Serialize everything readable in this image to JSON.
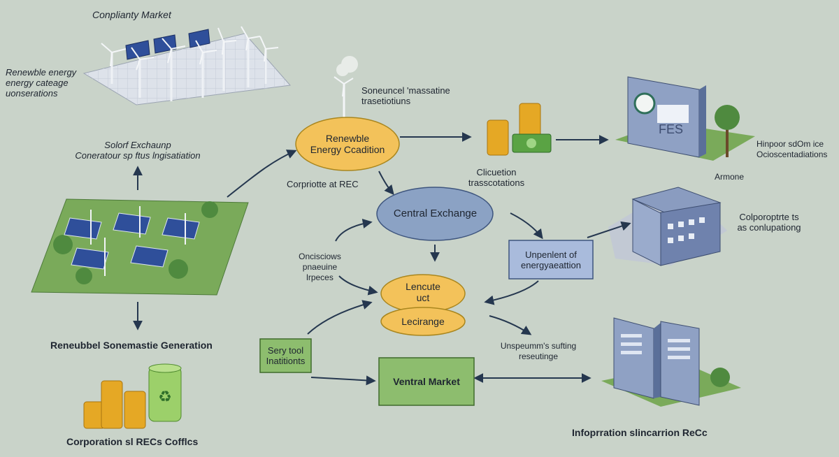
{
  "labels": {
    "complianty_market": "Conplianty Market",
    "renewable_conservations": "Renewble energy\nenergy cateage\nuonserations",
    "solar_exchange": "Solorf Exchaunp\nConeratour sp ftus lngisatiation",
    "renewable_generation": "Reneubbel Sonemastie Generation",
    "corporation_recs": "Corporation sl RECs Cofflcs",
    "seasonal_transactions": "Soneuncel 'massatine\ntrasetiotiuns",
    "corporate_rec": "Corpriotte at REC",
    "clicuetion": "Clicuetion\ntrasscotations",
    "hinpoor_ice": "Hinpoor sdOm ice\nOcioscentadiations",
    "armone": "Armone",
    "colporoptrte": "Colporoptrte ts\nas conlupationg",
    "oncisciows": "Oncisciows\npnaeuine\nlrpeces",
    "unspeunum": "Unspeumm's sufting\nreseutinge",
    "information": "Infoprration slincarrion ReCc",
    "fes_sign": "FES"
  },
  "nodes": {
    "renewable_energy_coalition": "Renewble\nEnergy Ccadition",
    "central_exchange": "Central Exchange",
    "lencute": "Lencute\nuct",
    "lecirange": "Lecirange",
    "unpenlent": "Unpenlent of\nenergyaeattion",
    "sery_tool": "Sery tool\nInatitionts",
    "ventral_market": "Ventral Market"
  },
  "colors": {
    "background": "#c9d3c9",
    "oval_orange": "#f3c25a",
    "oval_blue": "#8ba2c4",
    "box_blue": "#a9bbdc",
    "box_green": "#8dbd6e",
    "arrow": "#25374f",
    "field_green": "#7aaa5a",
    "panel_blue": "#2f4f9a"
  }
}
